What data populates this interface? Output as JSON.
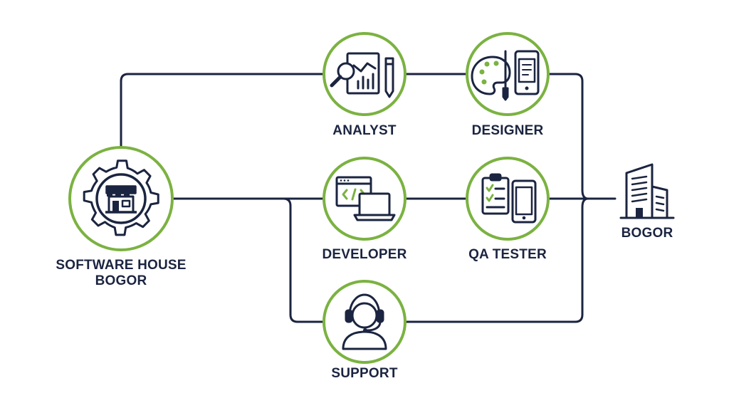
{
  "nodes": {
    "hub": {
      "label_line1": "SOFTWARE HOUSE",
      "label_line2": "BOGOR"
    },
    "analyst": {
      "label": "ANALYST"
    },
    "designer": {
      "label": "DESIGNER"
    },
    "developer": {
      "label": "DEVELOPER"
    },
    "qa_tester": {
      "label": "QA TESTER"
    },
    "support": {
      "label": "SUPPORT"
    },
    "city": {
      "label": "BOGOR"
    }
  },
  "colors": {
    "line": "#1b2440",
    "ring": "#7bb241",
    "icon": "#1b2440",
    "text": "#1b2440"
  },
  "icons": {
    "hub": "gear-store-icon",
    "analyst": "analytics-report-icon",
    "designer": "palette-phone-icon",
    "developer": "code-laptop-icon",
    "qa_tester": "checklist-phone-icon",
    "support": "headset-agent-icon",
    "city": "office-building-icon"
  }
}
